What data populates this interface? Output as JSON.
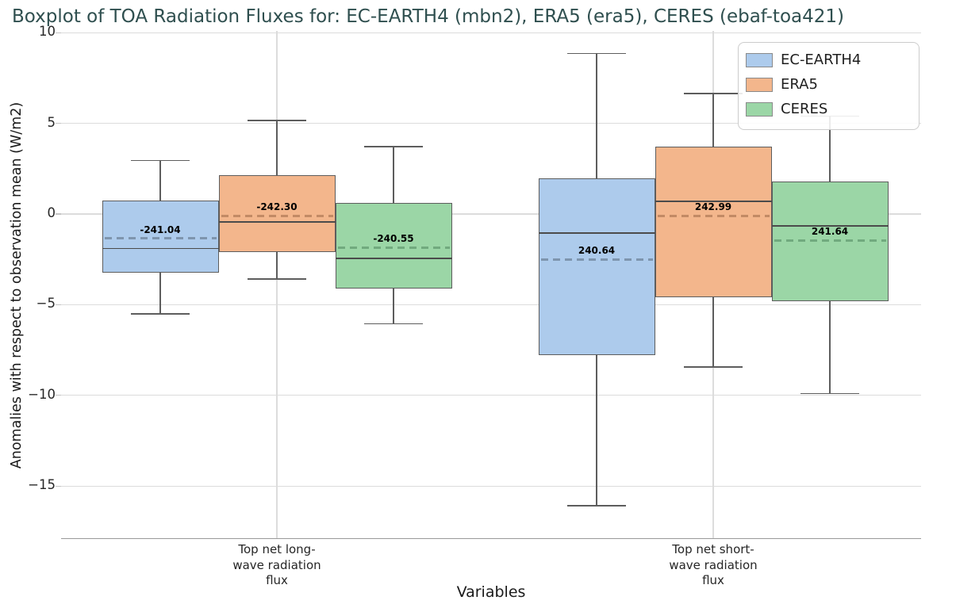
{
  "figure": {
    "title": "Boxplot of TOA Radiation Fluxes for: EC-EARTH4 (mbn2), ERA5 (era5), CERES (ebaf-toa421)"
  },
  "chart_data": {
    "type": "boxplot",
    "title": "Boxplot of TOA Radiation Fluxes for: EC-EARTH4 (mbn2), ERA5 (era5), CERES (ebaf-toa421)",
    "xlabel": "Variables",
    "ylabel": "Anomalies with respect to observation mean (W/m2)",
    "ylim": [
      -17.9,
      10.1
    ],
    "yticks": [
      10,
      5,
      0,
      -5,
      -10,
      -15
    ],
    "grid": true,
    "legend_position": "upper right",
    "categories": [
      [
        "Top net long-",
        "wave radiation",
        "flux"
      ],
      [
        "Top net short-",
        "wave radiation",
        "flux"
      ]
    ],
    "series": [
      {
        "name": "EC-EARTH4",
        "fill": "#adcbec",
        "mean_dash_color": "#7e95ae",
        "boxes": [
          {
            "whisker_low": -5.5,
            "q1": -3.25,
            "median": -1.9,
            "q3": 0.75,
            "whisker_high": 2.95,
            "mean": -1.35,
            "mean_label": "-241.04"
          },
          {
            "whisker_low": -16.1,
            "q1": -7.8,
            "median": -1.05,
            "q3": 1.95,
            "whisker_high": 8.85,
            "mean": -2.5,
            "mean_label": "240.64"
          }
        ]
      },
      {
        "name": "ERA5",
        "fill": "#f3b68c",
        "mean_dash_color": "#c28a65",
        "boxes": [
          {
            "whisker_low": -3.6,
            "q1": -2.1,
            "median": -0.45,
            "q3": 2.15,
            "whisker_high": 5.15,
            "mean": -0.1,
            "mean_label": "-242.30"
          },
          {
            "whisker_low": -8.45,
            "q1": -4.6,
            "median": 0.7,
            "q3": 3.7,
            "whisker_high": 6.65,
            "mean": -0.1,
            "mean_label": "242.99"
          }
        ]
      },
      {
        "name": "CERES",
        "fill": "#9bd6a6",
        "mean_dash_color": "#71aa7e",
        "boxes": [
          {
            "whisker_low": -6.05,
            "q1": -4.1,
            "median": -2.45,
            "q3": 0.6,
            "whisker_high": 3.7,
            "mean": -1.85,
            "mean_label": "-240.55"
          },
          {
            "whisker_low": -9.9,
            "q1": -4.8,
            "median": -0.65,
            "q3": 1.8,
            "whisker_high": 5.4,
            "mean": -1.45,
            "mean_label": "241.64"
          }
        ]
      }
    ]
  }
}
